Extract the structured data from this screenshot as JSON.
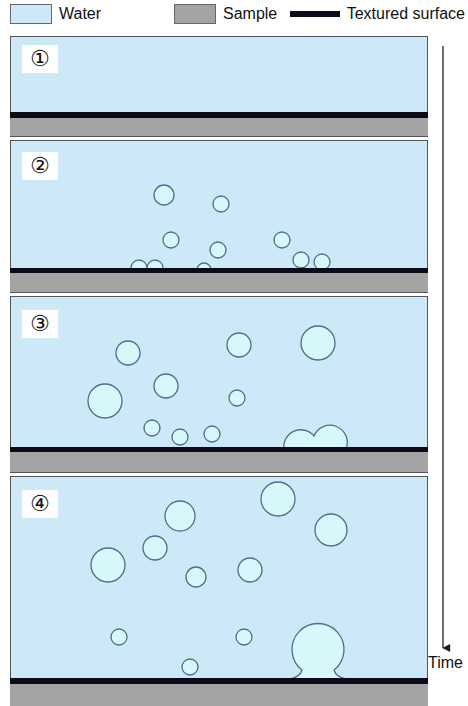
{
  "diagram": {
    "labels": [
      "①",
      "②",
      "③",
      "④",
      "Time"
    ],
    "legend": [
      {
        "text": "Water",
        "color": "#cde8f7"
      },
      {
        "text": "Sample",
        "color": "#a3a3a3"
      },
      {
        "text": "Textured surface",
        "color": "#0b0b1a"
      }
    ]
  }
}
